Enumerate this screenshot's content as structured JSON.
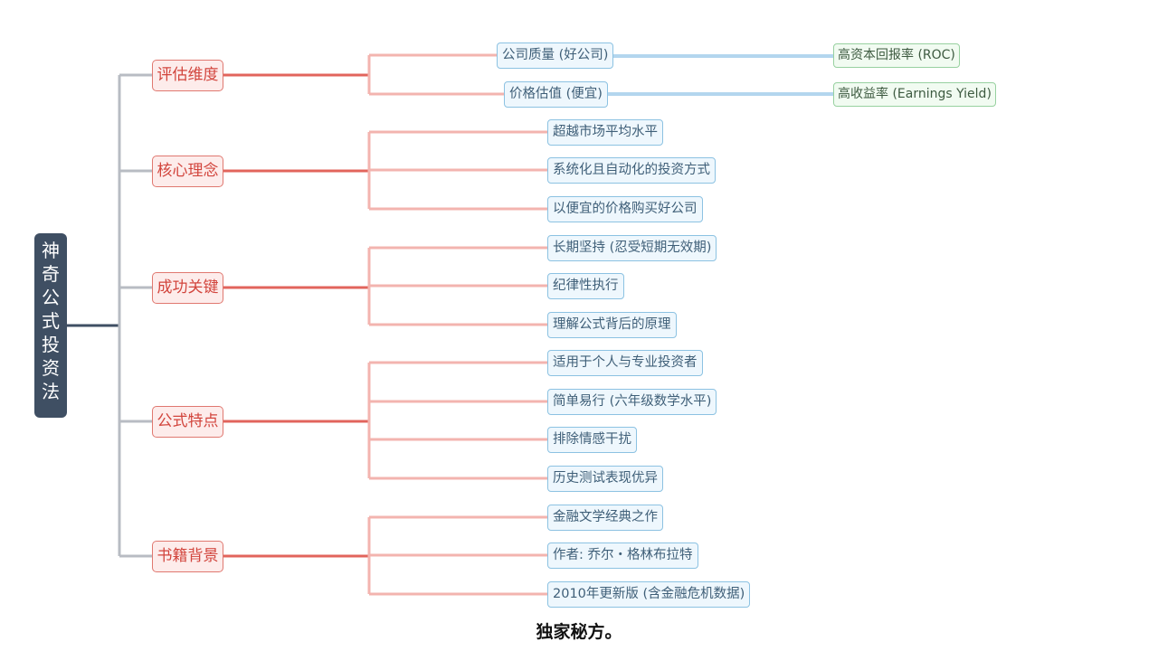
{
  "root": {
    "label": "神奇公式投资法"
  },
  "branches": [
    {
      "label": "评估维度",
      "children": [
        {
          "label": "公司质量 (好公司)",
          "metric": "高资本回报率 (ROC)"
        },
        {
          "label": "价格估值 (便宜)",
          "metric": "高收益率 (Earnings Yield)"
        }
      ]
    },
    {
      "label": "核心理念",
      "children": [
        {
          "label": "超越市场平均水平"
        },
        {
          "label": "系统化且自动化的投资方式"
        },
        {
          "label": "以便宜的价格购买好公司"
        }
      ]
    },
    {
      "label": "成功关键",
      "children": [
        {
          "label": "长期坚持 (忍受短期无效期)"
        },
        {
          "label": "纪律性执行"
        },
        {
          "label": "理解公式背后的原理"
        }
      ]
    },
    {
      "label": "公式特点",
      "children": [
        {
          "label": "适用于个人与专业投资者"
        },
        {
          "label": "简单易行 (六年级数学水平)"
        },
        {
          "label": "排除情感干扰"
        },
        {
          "label": "历史测试表现优异"
        }
      ]
    },
    {
      "label": "书籍背景",
      "children": [
        {
          "label": "金融文学经典之作"
        },
        {
          "label": "作者: 乔尔・格林布拉特"
        },
        {
          "label": "2010年更新版 (含金融危机数据)"
        }
      ]
    }
  ],
  "subtitle": "独家秘方。",
  "colors": {
    "root": "#3f4f63",
    "branch": "#e07870",
    "leaf": "#8cc2e2",
    "metric": "#98d1a0"
  }
}
